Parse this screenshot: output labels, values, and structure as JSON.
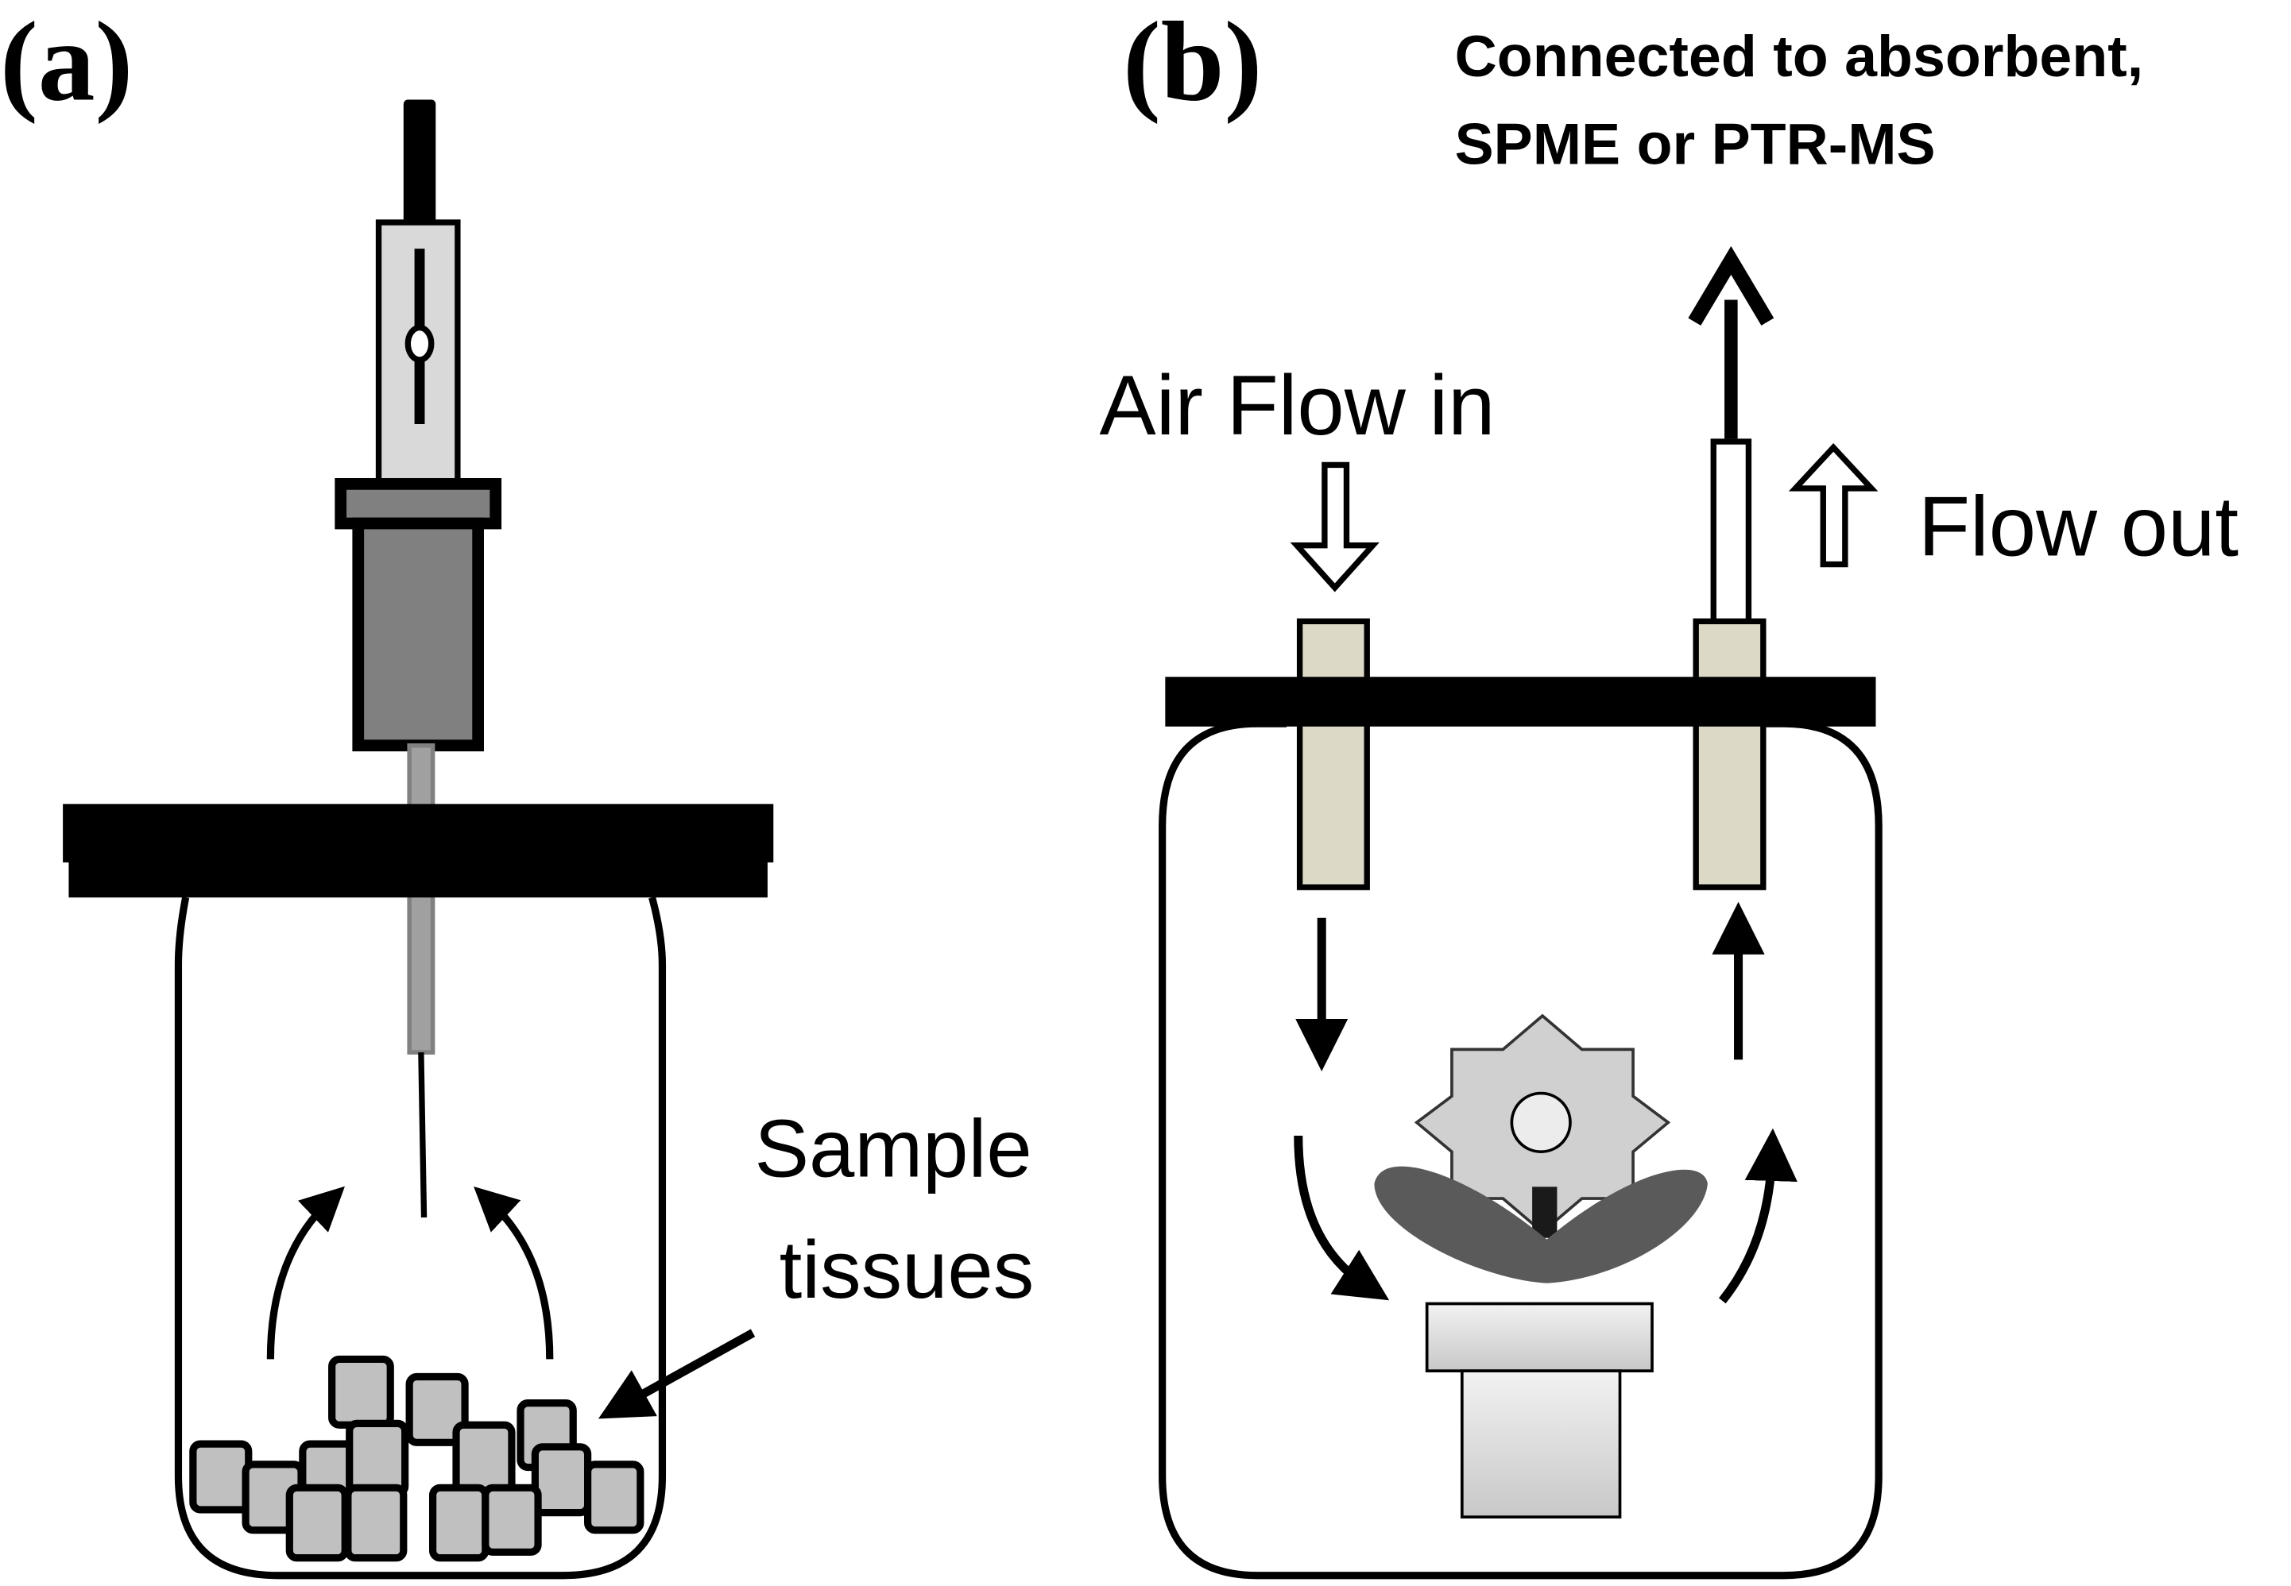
{
  "panel_a": {
    "label": "(a)",
    "annotation_line1": "Sample",
    "annotation_line2": "tissues",
    "components": [
      "spme-fiber-holder",
      "jar-lid",
      "glass-jar",
      "fiber-needle",
      "sample-tissue-cubes",
      "volatile-flow-arrows"
    ]
  },
  "panel_b": {
    "label": "(b)",
    "connection_line1": "Connected to absorbent,",
    "connection_line2": "SPME or PTR-MS",
    "inlet_label": "Air Flow in",
    "outlet_label": "Flow out",
    "components": [
      "chamber-lid",
      "inlet-tube",
      "outlet-tube",
      "outlet-pipe",
      "chamber",
      "potted-plant",
      "airflow-arrows"
    ]
  },
  "colors": {
    "outline": "#000000",
    "cube_fill": "#c0c0c0",
    "holder_light": "#d9d9d9",
    "holder_dark": "#808080",
    "needle": "#a0a0a0",
    "tube_fill": "#dcdac6",
    "leaf": "#5a5a5a",
    "flower": "#d0d0d0",
    "pot": "#dcdcdc"
  }
}
